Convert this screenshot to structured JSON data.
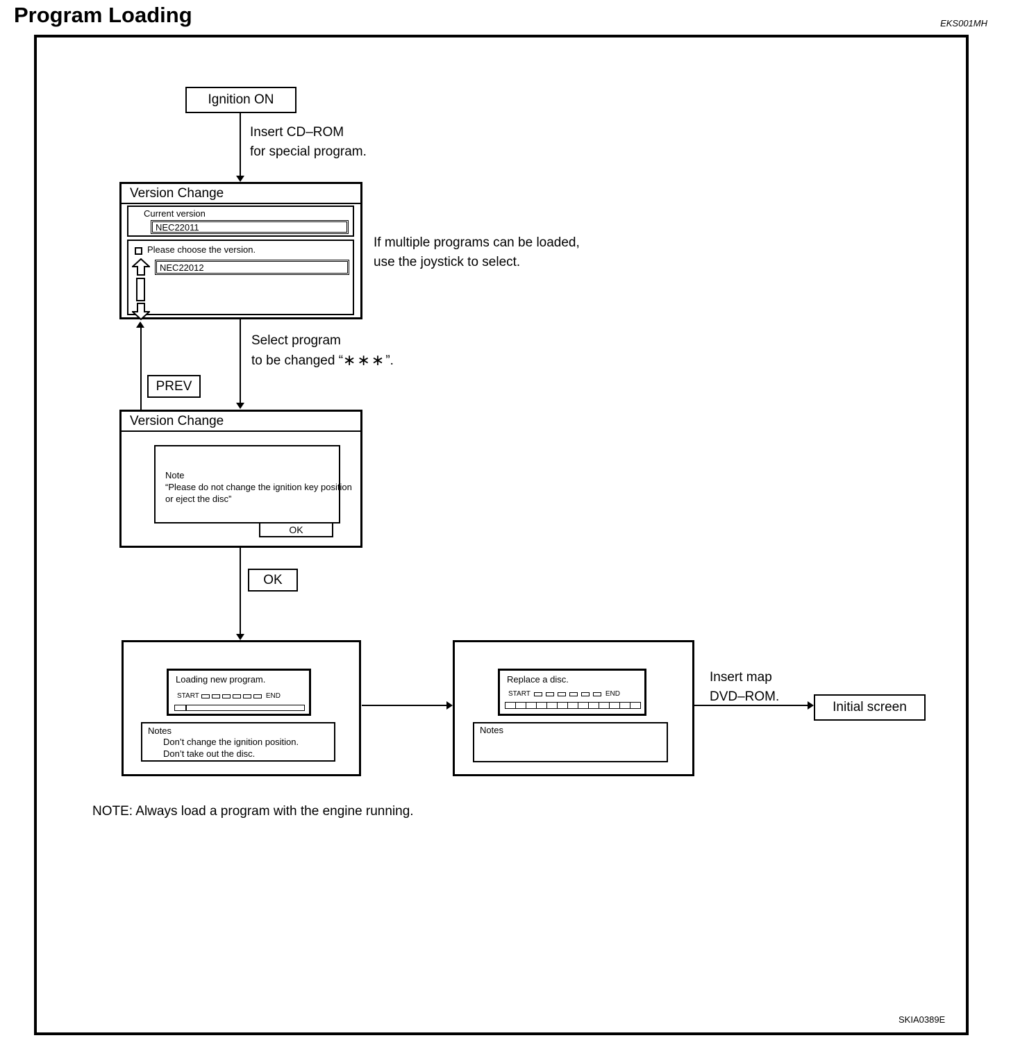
{
  "page": {
    "title": "Program Loading",
    "doc_code_top": "EKS001MH",
    "figure_code": "SKIA0389E",
    "footnote": "NOTE: Always load a program with the engine running."
  },
  "flow": {
    "ignition_label": "Ignition ON",
    "insert_cd_line1": "Insert CD–ROM",
    "insert_cd_line2": "for special program.",
    "joystick_line1": "If multiple programs can be loaded,",
    "joystick_line2": "use the joystick to select.",
    "select_line1": "Select program",
    "select_pre": "to be changed “",
    "select_stars": "∗∗∗",
    "select_post": "”.",
    "prev_label": "PREV",
    "ok_label": "OK",
    "insert_dvd_line1": "Insert map",
    "insert_dvd_line2": "DVD–ROM.",
    "initial_screen_label": "Initial screen"
  },
  "screens": {
    "version_select": {
      "title": "Version Change",
      "current_label": "Current version",
      "current_value": "NEC22011",
      "choose_label": "Please choose the version.",
      "choose_value": "NEC22012"
    },
    "version_confirm": {
      "title": "Version Change",
      "note_title": "Note",
      "note_line1": "“Please do not change the ignition key position",
      "note_line2": "or eject the disc”",
      "ok_label": "OK"
    },
    "loading": {
      "message": "Loading new program.",
      "start_label": "START",
      "end_label": "END",
      "notes_title": "Notes",
      "note_line1": "Don’t change the ignition position.",
      "note_line2": "Don’t take out the disc."
    },
    "replace": {
      "message": "Replace a disc.",
      "start_label": "START",
      "end_label": "END",
      "notes_title": "Notes"
    }
  },
  "icons": {
    "scroll_up_icon": "hollow-block-arrow-up",
    "scroll_down_icon": "hollow-block-arrow-down",
    "choose_bullet_icon": "small-square-outline"
  },
  "colors": {
    "ink": "#000000",
    "paper": "#ffffff"
  }
}
